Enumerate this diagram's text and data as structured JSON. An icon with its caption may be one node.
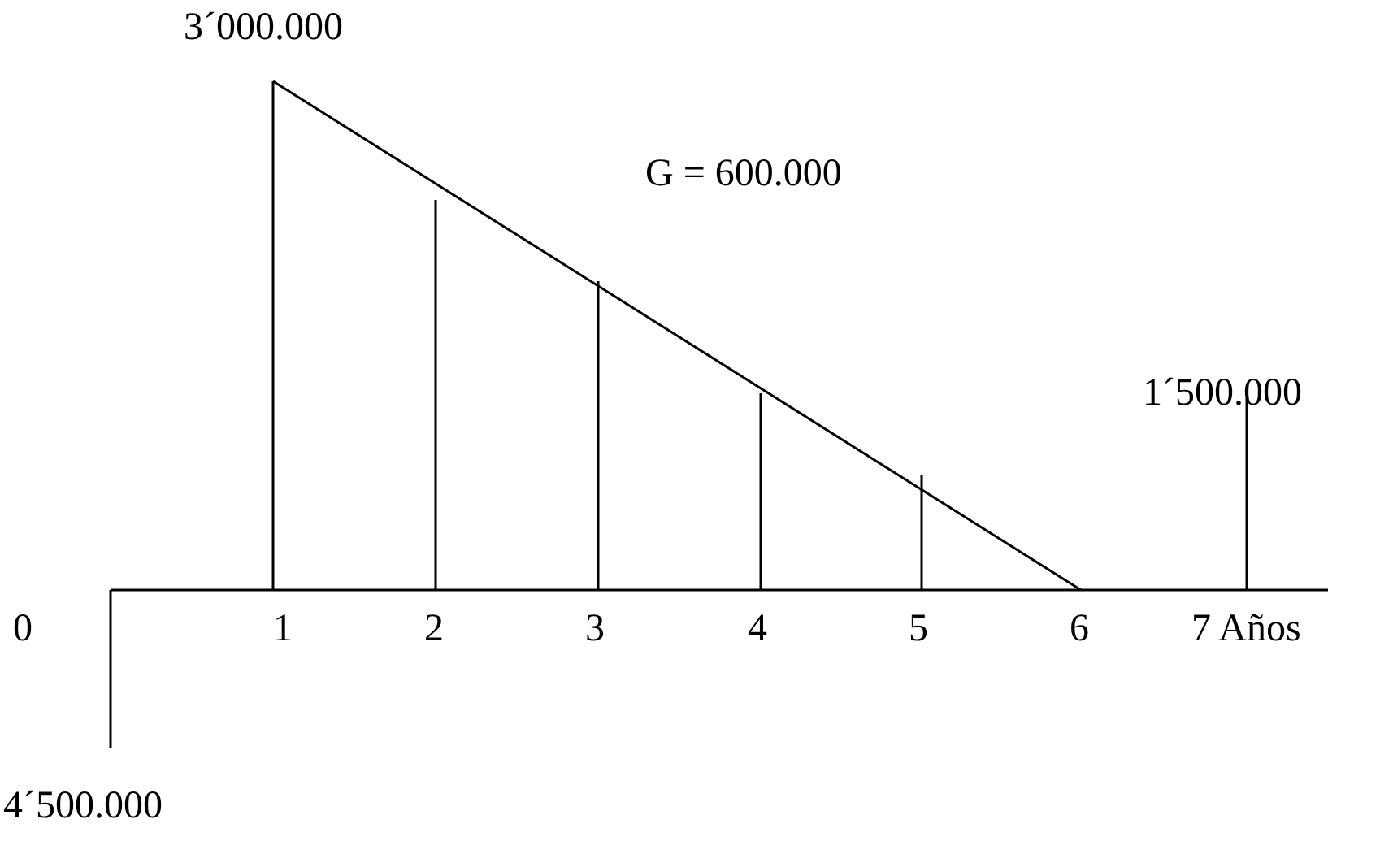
{
  "diagram": {
    "labels": [
      "3´000.000",
      "G = 600.000",
      "1´500.000",
      "0",
      "1",
      "2",
      "3",
      "4",
      "5",
      "6",
      "7 Años",
      "4´500.000"
    ]
  }
}
